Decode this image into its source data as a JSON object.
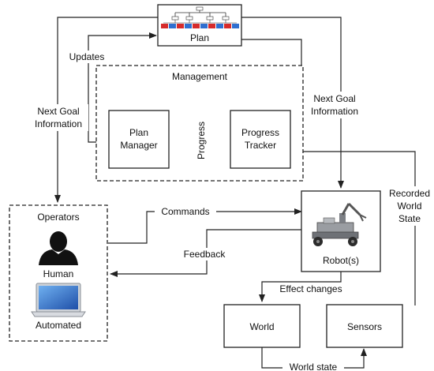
{
  "nodes": {
    "plan": "Plan",
    "management": "Management",
    "plan_manager_line1": "Plan",
    "plan_manager_line2": "Manager",
    "progress_tracker_line1": "Progress",
    "progress_tracker_line2": "Tracker",
    "operators": "Operators",
    "human": "Human",
    "automated": "Automated",
    "robots": "Robot(s)",
    "world": "World",
    "sensors": "Sensors"
  },
  "edges": {
    "updates": "Updates",
    "next_goal_left_1": "Next Goal",
    "next_goal_left_2": "Information",
    "next_goal_right_1": "Next Goal",
    "next_goal_right_2": "Information",
    "progress": "Progress",
    "commands": "Commands",
    "feedback": "Feedback",
    "effect_changes": "Effect changes",
    "world_state": "World state",
    "recorded_1": "Recorded",
    "recorded_2": "World",
    "recorded_3": "State"
  },
  "icons": {
    "plan_tree": "tree-diagram-icon",
    "human": "person-silhouette-icon",
    "automated": "laptop-icon",
    "robot": "robot-arm-icon"
  },
  "colors": {
    "plan_node_red": "#d62b2b",
    "plan_node_blue": "#2f6fd0",
    "laptop_screen": "#3d7fd8"
  }
}
